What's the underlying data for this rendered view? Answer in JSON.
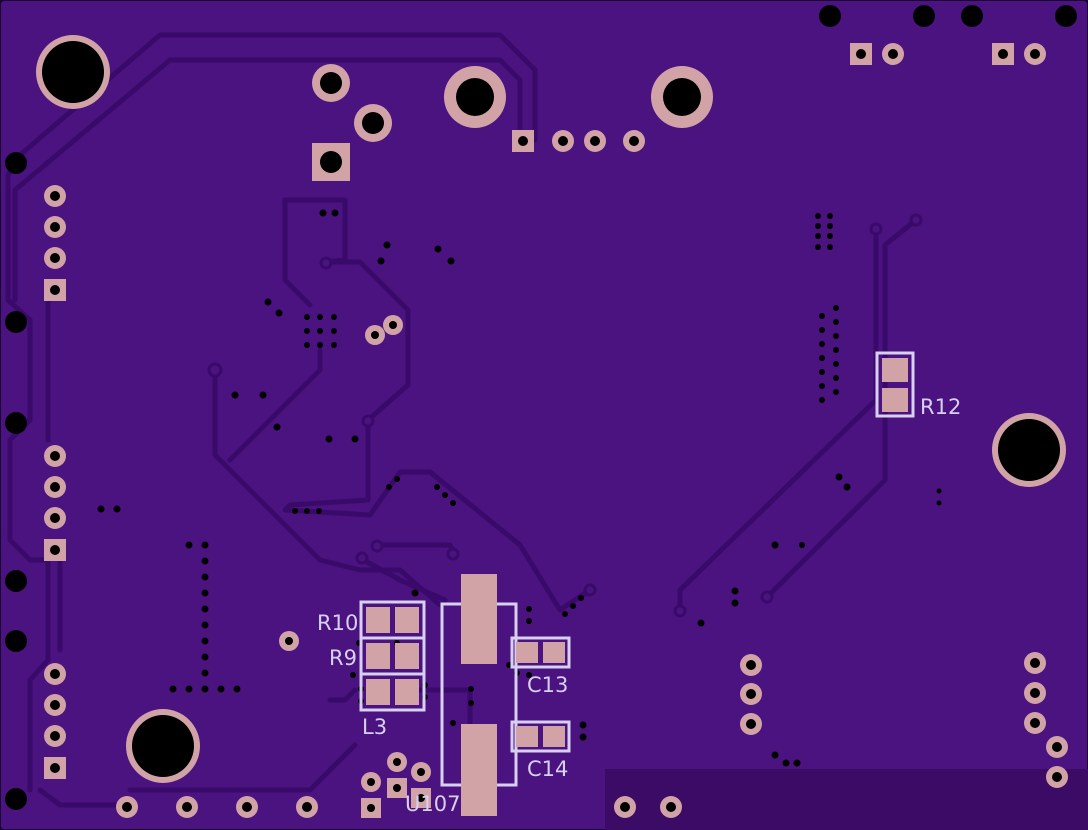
{
  "colors": {
    "board": "#4a1380",
    "trace": "#3d0c6e",
    "pad": "#d1a3a6",
    "silk": "#d8d0f0",
    "drill": "#000000",
    "pour": "#3b0b66"
  },
  "labels": {
    "r12": "R12",
    "r10": "R10",
    "r9": "R9",
    "c13": "C13",
    "c14": "C14",
    "l3": "L3",
    "u107": "U107"
  }
}
